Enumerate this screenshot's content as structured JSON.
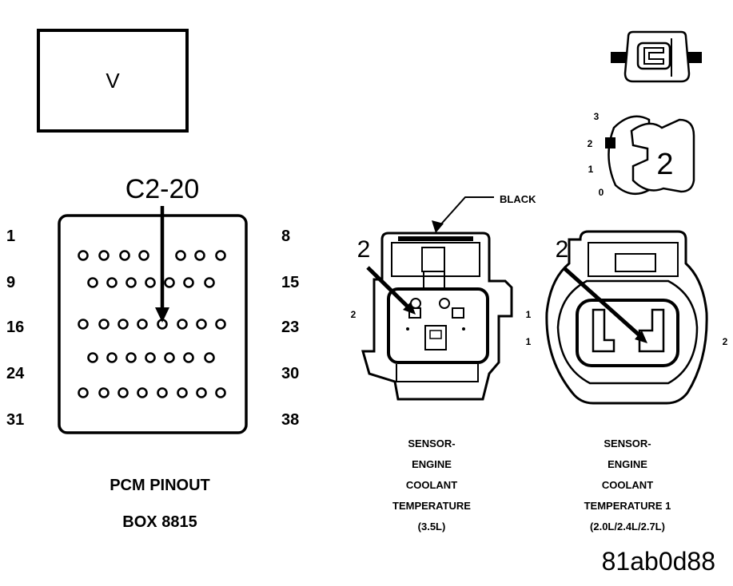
{
  "voltmeter_symbol": "V",
  "pcm": {
    "cavity_callout": "C2-20",
    "left_row_numbers": [
      "1",
      "9",
      "16",
      "24",
      "31"
    ],
    "right_row_numbers": [
      "8",
      "15",
      "23",
      "30",
      "38"
    ],
    "caption_line1": "PCM PINOUT",
    "caption_line2": "BOX 8815"
  },
  "switch": {
    "positions": [
      "3",
      "2",
      "1",
      "0"
    ],
    "selected": "2"
  },
  "connector_35": {
    "color_callout": "BLACK",
    "pin_callout": "2",
    "side_pin_label": "2",
    "caption": [
      "SENSOR-",
      "ENGINE",
      "COOLANT",
      "TEMPERATURE",
      "(3.5L)"
    ]
  },
  "connector_20": {
    "pin_callout": "2",
    "left_label_top": "1",
    "left_label_bottom": "1",
    "right_label": "2",
    "caption": [
      "SENSOR-",
      "ENGINE",
      "COOLANT",
      "TEMPERATURE 1",
      "(2.0L/2.4L/2.7L)"
    ]
  },
  "figure_id": "81ab0d88"
}
